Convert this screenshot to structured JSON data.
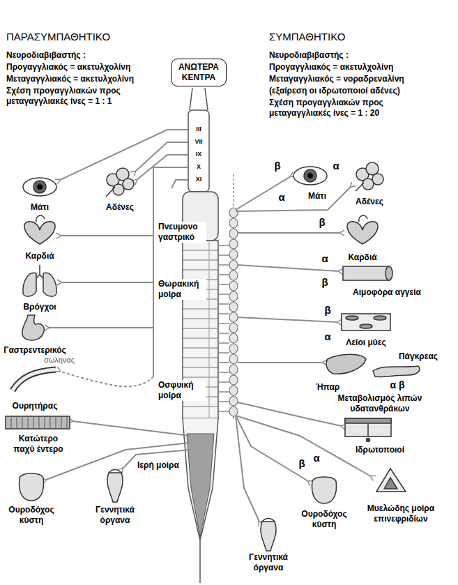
{
  "diagram": {
    "nodes": [
      {
        "text": [
          "ΑΝΩΤΕΡΑ ΚΕΝΤΡΑ"
        ]
      }
    ],
    "labels": [
      "ΠΑΡΑΣΥΜΠΑΘΗΤΙΚΟ",
      "Νευροδιαβιβαστής :",
      "Προγαγγλιακός = ακετυλχολίνη",
      "Μεταγαγγλιακός = ακετυλχολίνη",
      "Σχέση προγαγγλιακών προς μεταγαγγλιακές ίνες = 1 : 1",
      "ΣΥΜΠΑΘΗΤΙΚΟ",
      "Νευροδιαβιβαστής :",
      "Προγαγγλιακός = ακετυλχολίνη",
      "Μεταγαγγλιακός = νοραδρεναλίνη",
      "(εξαίρεση οι ιδρωτοποιοί αδένες)",
      "Σχέση προγαγγλιακών προς μεταγαγγλιακές ίνες = 1 : 20",
      "III",
      "VII",
      "IX",
      "X",
      "XI",
      "Μάτι",
      "Αδένες",
      "Καρδιά",
      "Πνευμονο γαστρικό",
      "Βρόγχοι",
      "Θωρακική μοίρα",
      "Γαστρεντερικός",
      "σωληνας",
      "Οσφυική μοίρα",
      "Ουρητήρας",
      "Κατώτερο παχύ έντερο",
      "Ιερή μοίρα",
      "Ουροδόχος κύστη",
      "Γεννητικά όργανα",
      "β",
      "α",
      "Μάτι",
      "α",
      "Αδένες",
      "β",
      "Καρδιά",
      "α",
      "β",
      "Αιμοφόρα αγγεία",
      "β",
      "α",
      "Λείοι μύες",
      "Πάγκρεας",
      "Ήπαρ",
      "α β",
      "Μεταβολισμός λιπών υδατανθράκων",
      "Ιδρωτοποιοί",
      "Γεννητικά όργανα",
      "β",
      "α",
      "Ουροδόχος κύστη",
      "Μυελώδης μοίρα επινεφριδίων"
    ]
  }
}
